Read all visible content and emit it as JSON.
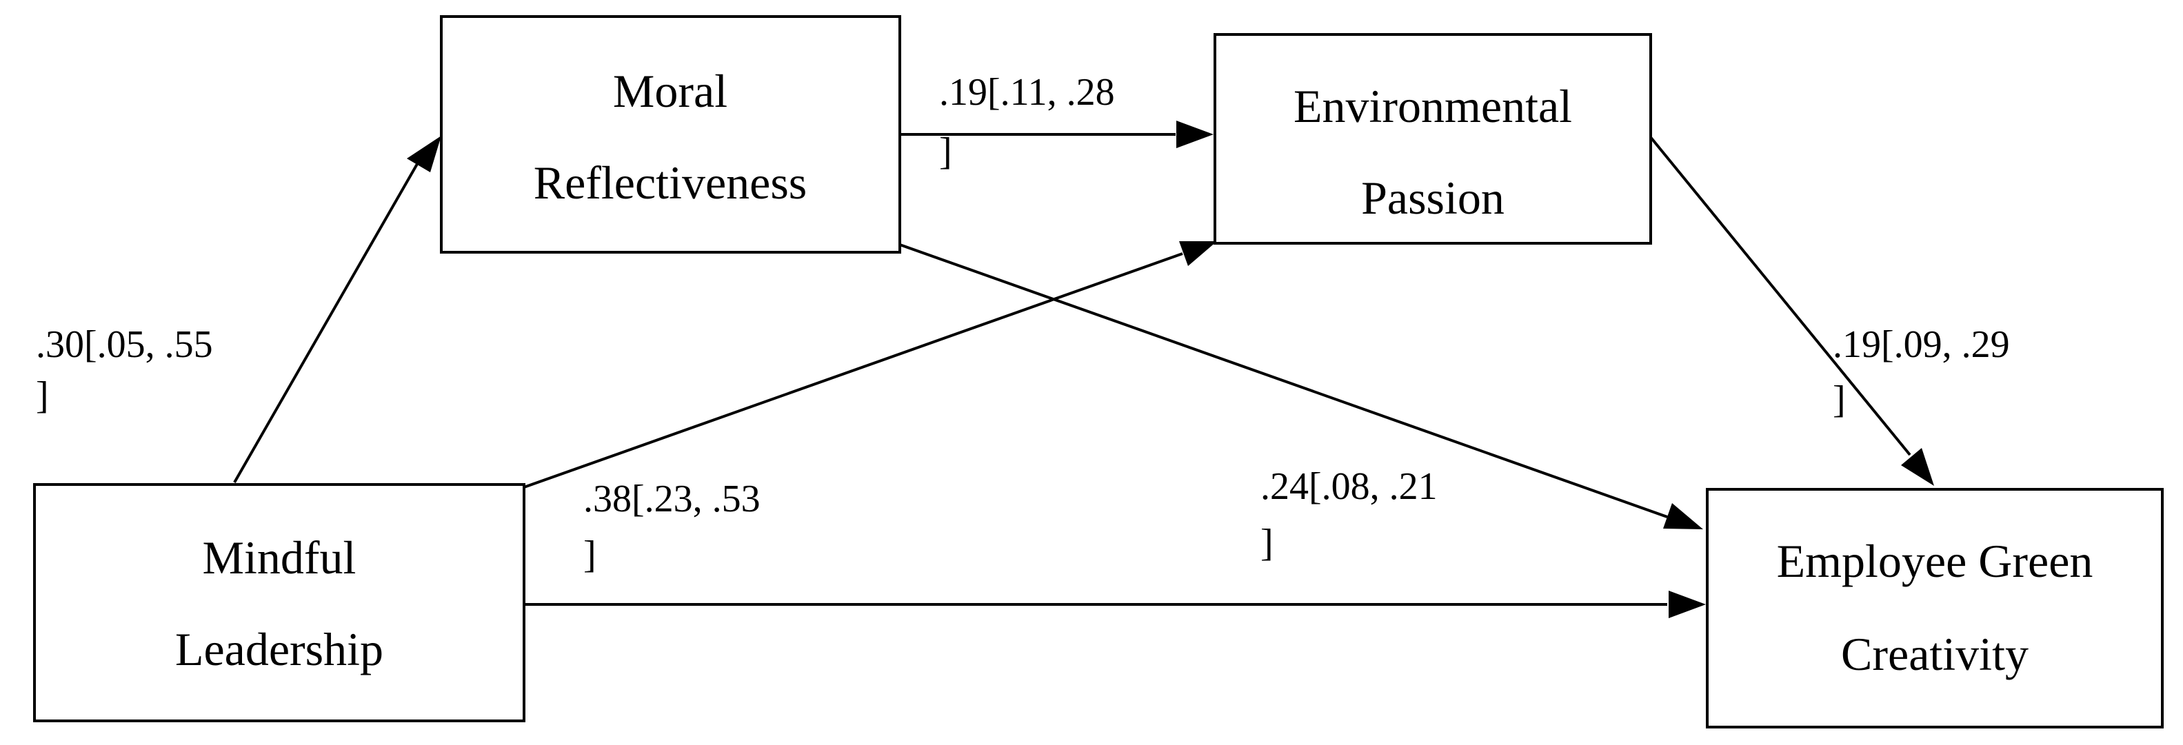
{
  "nodes": {
    "mindful": {
      "line1": "Mindful",
      "line2": "Leadership"
    },
    "moral": {
      "line1": "Moral",
      "line2": "Reflectiveness"
    },
    "env": {
      "line1": "Environmental",
      "line2": "Passion"
    },
    "creativity": {
      "line1": "Employee Green",
      "line2": "Creativity"
    }
  },
  "paths": {
    "mindful_moral": {
      "line1": ".30[.05, .55",
      "line2": "]"
    },
    "moral_env": {
      "line1": ".19[.11, .28",
      "line2": "]"
    },
    "mindful_env": {
      "line1": ".38[.23, .53",
      "line2": "]"
    },
    "moral_creativity": {
      "line1": ".24[.08, .21",
      "line2": "]"
    },
    "env_creativity": {
      "line1": ".19[.09, .29",
      "line2": "]"
    }
  }
}
